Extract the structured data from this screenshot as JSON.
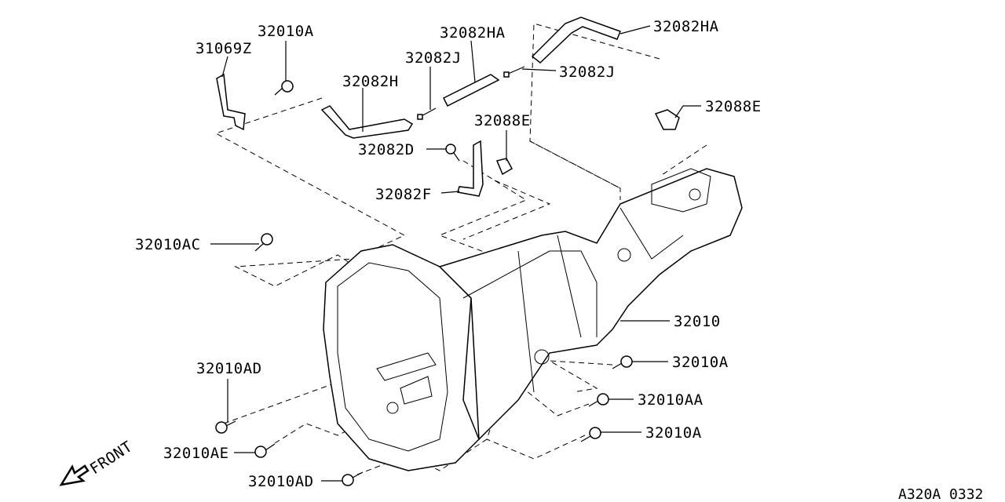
{
  "diagram_code": "A320A 0332",
  "front_label": "FRONT",
  "callouts": {
    "c31069z": "31069Z",
    "c32010a_top": "32010A",
    "c32082h": "32082H",
    "c32082j_left": "32082J",
    "c32082ha_left": "32082HA",
    "c32082ha_right": "32082HA",
    "c32082j_right": "32082J",
    "c32088e_left": "32088E",
    "c32088e_right": "32088E",
    "c32082d": "32082D",
    "c32082f": "32082F",
    "c32010ac": "32010AC",
    "c32010": "32010",
    "c32010a_mid": "32010A",
    "c32010aa": "32010AA",
    "c32010a_low": "32010A",
    "c32010ad_left": "32010AD",
    "c32010ae": "32010AE",
    "c32010ad_bottom": "32010AD"
  }
}
